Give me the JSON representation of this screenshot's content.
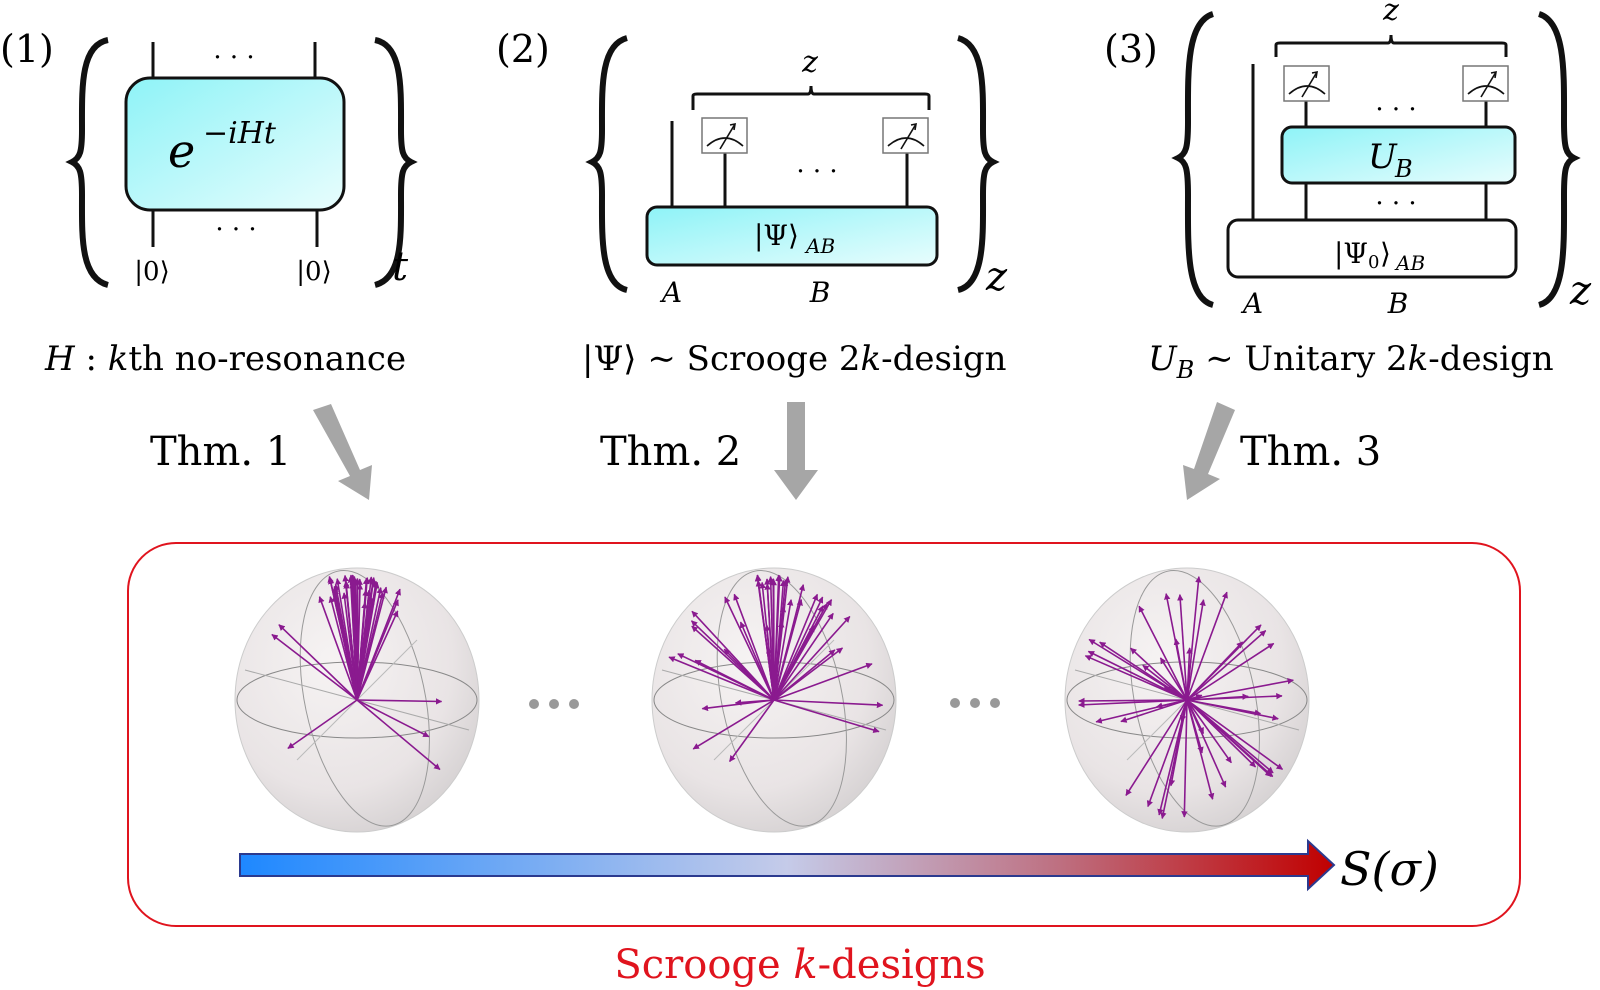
{
  "panels": [
    {
      "index_label": "(1)",
      "gate_label": "e",
      "gate_superscript": "−iHt",
      "input_states": [
        "|0⟩",
        "|0⟩"
      ],
      "repeat_variable": "t",
      "ellipsis": "· · ·",
      "condition": {
        "math": "H",
        "text": " : ",
        "k": "k",
        "rest": "th no-resonance"
      },
      "theorem": "Thm. 1"
    },
    {
      "index_label": "(2)",
      "state_label": "|Ψ⟩",
      "state_subscript": "AB",
      "brace_label": "z",
      "repeat_variable": "z",
      "subsystem_labels": [
        "A",
        "B"
      ],
      "ellipsis": "· · ·",
      "condition": {
        "math": "|Ψ⟩",
        "text": " ∼ Scrooge 2",
        "k": "k",
        "rest": "-design"
      },
      "theorem": "Thm. 2"
    },
    {
      "index_label": "(3)",
      "unitary_label": "U",
      "unitary_subscript": "B",
      "state_label": "|Ψ",
      "state_sub0": "0",
      "state_close": "⟩",
      "state_subscript": "AB",
      "brace_label": "z",
      "repeat_variable": "z",
      "subsystem_labels": [
        "A",
        "B"
      ],
      "ellipsis": "· · ·",
      "condition": {
        "math": "U",
        "math_sub": "B",
        "text": " ∼ Unitary 2",
        "k": "k",
        "rest": "-design"
      },
      "theorem": "Thm. 3"
    }
  ],
  "ensemble_box": {
    "spheres": [
      {
        "name": "concentrated-ensemble",
        "distribution": "clustered near north pole"
      },
      {
        "name": "intermediate-ensemble",
        "distribution": "spread over upper hemisphere"
      },
      {
        "name": "uniform-ensemble",
        "distribution": "uniform over sphere"
      }
    ],
    "ellipses_between": [
      "· · ·",
      "· · ·"
    ],
    "entropy_axis_label": "S(σ)",
    "gradient_colors": [
      "#1e88ff",
      "#c5cbe9",
      "#c00000"
    ]
  },
  "caption": {
    "prefix": "Scrooge ",
    "k": "k",
    "suffix": "-designs"
  },
  "colors": {
    "gate_fill_start": "#8ef3f7",
    "gate_fill_end": "#e6fdfd",
    "box_border": "#e0141e",
    "caption": "#e0141e",
    "arrow_gray": "#a6a6a6",
    "bloch_vector": "#8a1a8f"
  }
}
